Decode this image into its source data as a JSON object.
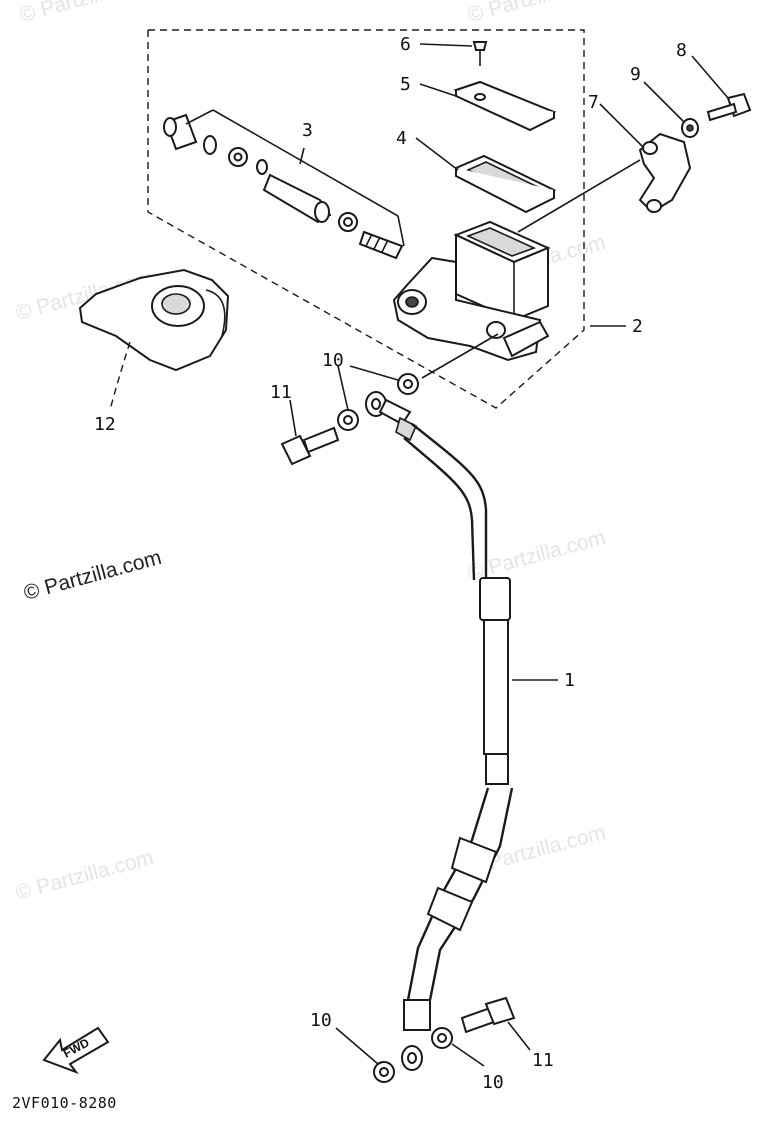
{
  "watermark": "© Partzilla.com",
  "diagram_code": "2VF010-8280",
  "fwd_label": "FWD",
  "callouts": {
    "c1": "1",
    "c2": "2",
    "c3": "3",
    "c4": "4",
    "c5": "5",
    "c6": "6",
    "c7": "7",
    "c8": "8",
    "c9": "9",
    "c10a": "10",
    "c10b": "10",
    "c10c": "10",
    "c11a": "11",
    "c11b": "11",
    "c12": "12"
  }
}
